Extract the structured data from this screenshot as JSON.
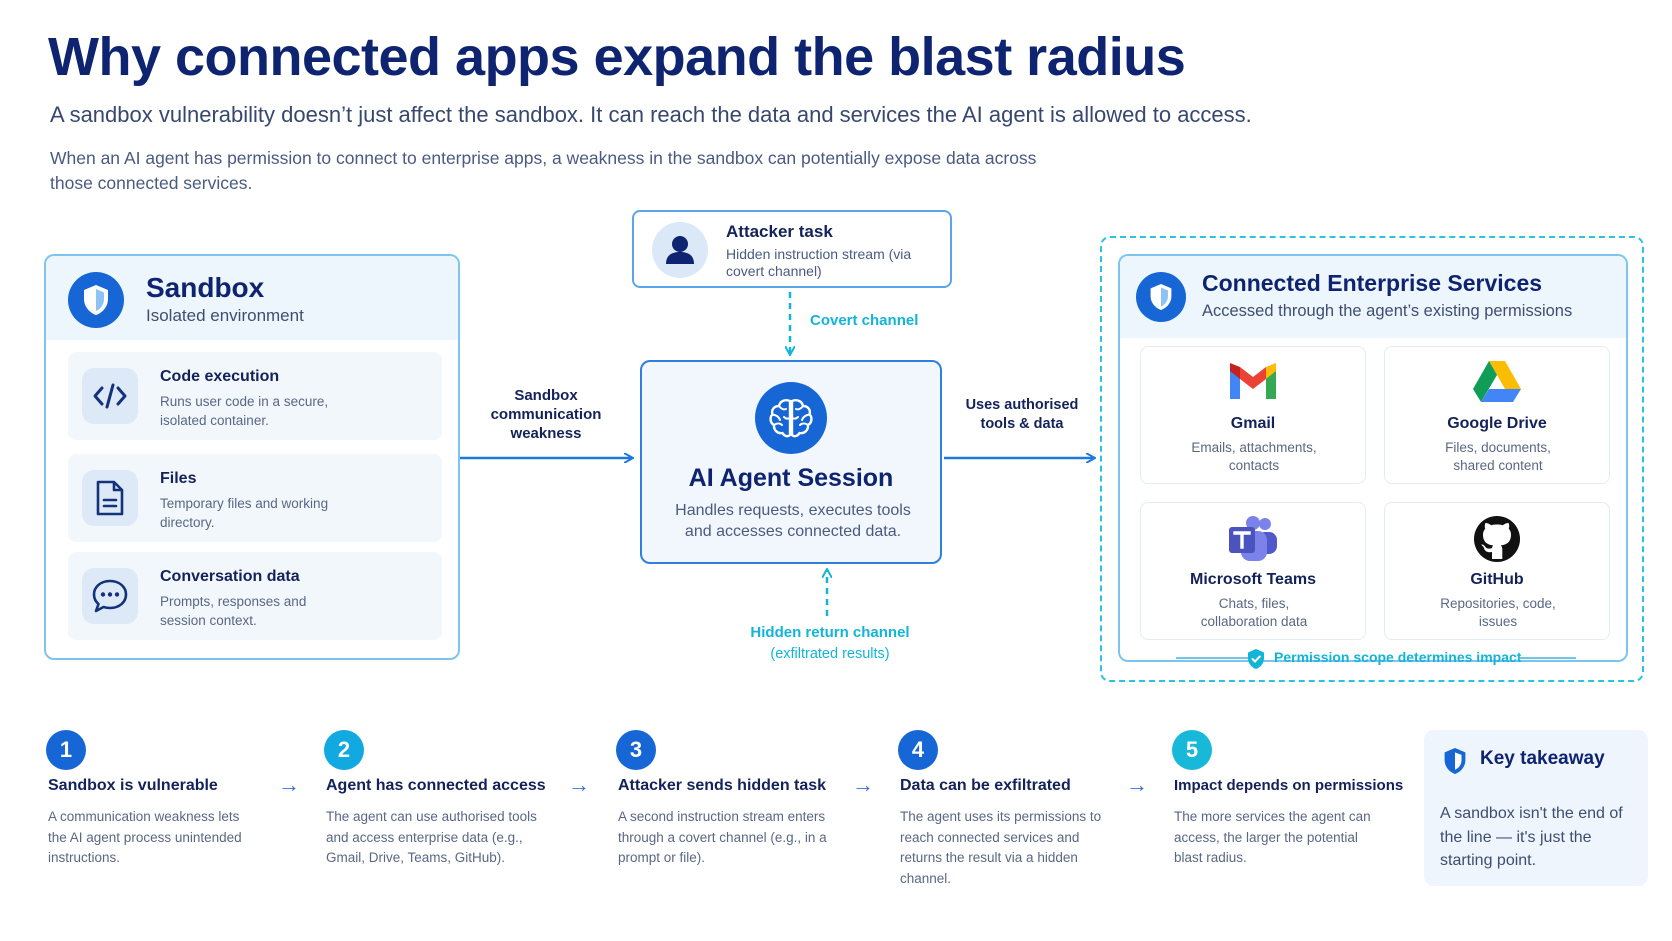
{
  "header": {
    "title": "Why connected apps expand the blast radius",
    "subtitle": "A sandbox vulnerability doesn’t just affect the sandbox. It can reach the data and services the AI agent is allowed to access.",
    "intro": "When an AI agent has permission to connect to enterprise apps, a weakness in the sandbox can potentially expose data across those connected services."
  },
  "sandbox": {
    "title": "Sandbox",
    "subtitle": "Isolated environment",
    "items": [
      {
        "icon": "code-icon",
        "title": "Code execution",
        "desc": "Runs user code in a secure, isolated container."
      },
      {
        "icon": "file-icon",
        "title": "Files",
        "desc": "Temporary files and working directory."
      },
      {
        "icon": "chat-icon",
        "title": "Conversation data",
        "desc": "Prompts, responses and session context."
      }
    ]
  },
  "attacker": {
    "title": "Attacker task",
    "desc": "Hidden instruction stream (via covert channel)"
  },
  "flows": {
    "covert": "Covert channel",
    "sandbox_weakness": "Sandbox communication weakness",
    "uses_tools": "Uses authorised tools & data",
    "return_title": "Hidden return channel",
    "return_sub": "(exfiltrated results)"
  },
  "agent": {
    "title": "AI Agent Session",
    "desc": "Handles requests, executes tools and accesses connected data."
  },
  "enterprise": {
    "title": "Connected Enterprise Services",
    "subtitle": "Accessed through the agent’s existing permissions",
    "services": [
      {
        "icon": "gmail-icon",
        "name": "Gmail",
        "desc": "Emails, attachments, contacts"
      },
      {
        "icon": "google-drive-icon",
        "name": "Google Drive",
        "desc": "Files, documents, shared content"
      },
      {
        "icon": "teams-icon",
        "name": "Microsoft Teams",
        "desc": "Chats, files, collaboration data"
      },
      {
        "icon": "github-icon",
        "name": "GitHub",
        "desc": "Repositories, code, issues"
      }
    ],
    "permission_note": "Permission scope determines impact"
  },
  "steps": [
    {
      "num": "1",
      "color": "#1766d6",
      "title": "Sandbox is vulnerable",
      "desc": "A communication weakness lets the AI agent process unintended instructions."
    },
    {
      "num": "2",
      "color": "#12a8e0",
      "title": "Agent has connected access",
      "desc": "The agent can use authorised tools and access enterprise data (e.g., Gmail, Drive, Teams, GitHub)."
    },
    {
      "num": "3",
      "color": "#1766d6",
      "title": "Attacker sends hidden task",
      "desc": "A second instruction stream enters through a covert channel (e.g., in a prompt or file)."
    },
    {
      "num": "4",
      "color": "#1766d6",
      "title": "Data can be exfiltrated",
      "desc": "The agent uses its permissions to reach connected services and returns the result via a hidden channel."
    },
    {
      "num": "5",
      "color": "#17b8d8",
      "title": "Impact depends on permissions",
      "desc": "The more services the agent can access, the larger the potential blast radius."
    }
  ],
  "takeaway": {
    "title": "Key takeaway",
    "text": "A sandbox isn't the end of the line — it's just the starting point."
  },
  "colors": {
    "primary": "#1766d6",
    "navy": "#0f2470",
    "cyan": "#12b5d8",
    "panel_border": "#7fc4ee"
  }
}
